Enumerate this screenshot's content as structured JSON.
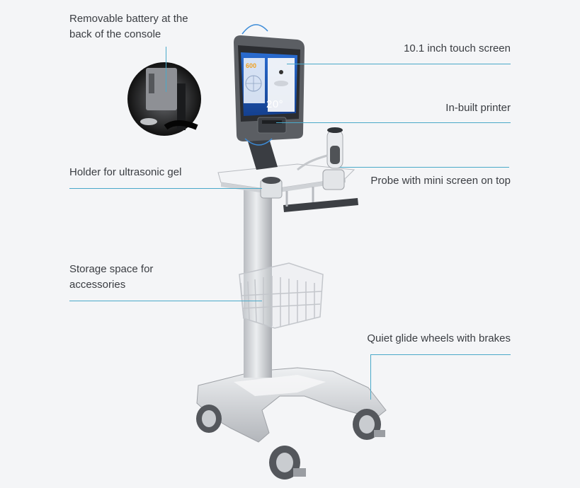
{
  "callouts": {
    "battery": [
      "Removable battery at the",
      "back of the console"
    ],
    "screen": "10.1 inch touch screen",
    "printer": "In-built printer",
    "gel_holder": "Holder for ultrasonic gel",
    "probe": "Probe with mini screen on top",
    "storage": [
      "Storage space for",
      "accessories"
    ],
    "wheels": "Quiet glide wheels with brakes"
  },
  "device_screen": {
    "angle_readout": "20°",
    "value_readout": "600"
  },
  "colors": {
    "accent_line": "#4aa9c9",
    "background": "#f4f5f7",
    "screen_blue": "#1f5fbf",
    "readout_orange": "#f0a020"
  }
}
